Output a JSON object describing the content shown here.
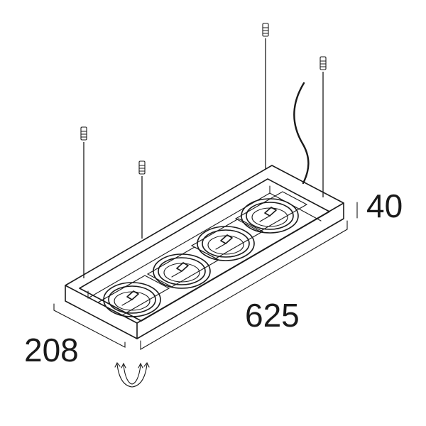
{
  "dimensions": {
    "height": "40",
    "length": "625",
    "width": "208"
  }
}
